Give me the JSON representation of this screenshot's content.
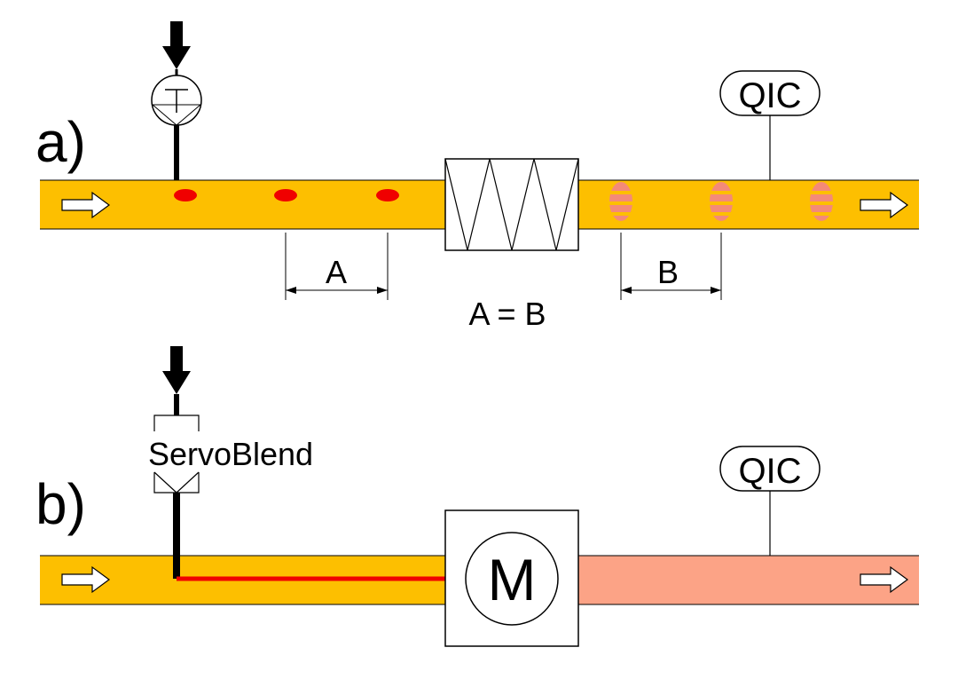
{
  "colors": {
    "pipe": "#FDBF00",
    "pipe_after_mixer": "#FCA386",
    "dose_dot": "#F00000",
    "striped_dot": "#F48A78",
    "additive_line": "#F00000"
  },
  "panel_a": {
    "label": "a)",
    "dim_a": "A",
    "dim_b": "B",
    "equation": "A = B",
    "instrument": "QIC",
    "valve_icon": "t-valve-icon",
    "mixer_icon": "static-mixer-icon"
  },
  "panel_b": {
    "label": "b)",
    "servo_label": "ServoBlend",
    "instrument": "QIC",
    "mixer_label": "M"
  }
}
